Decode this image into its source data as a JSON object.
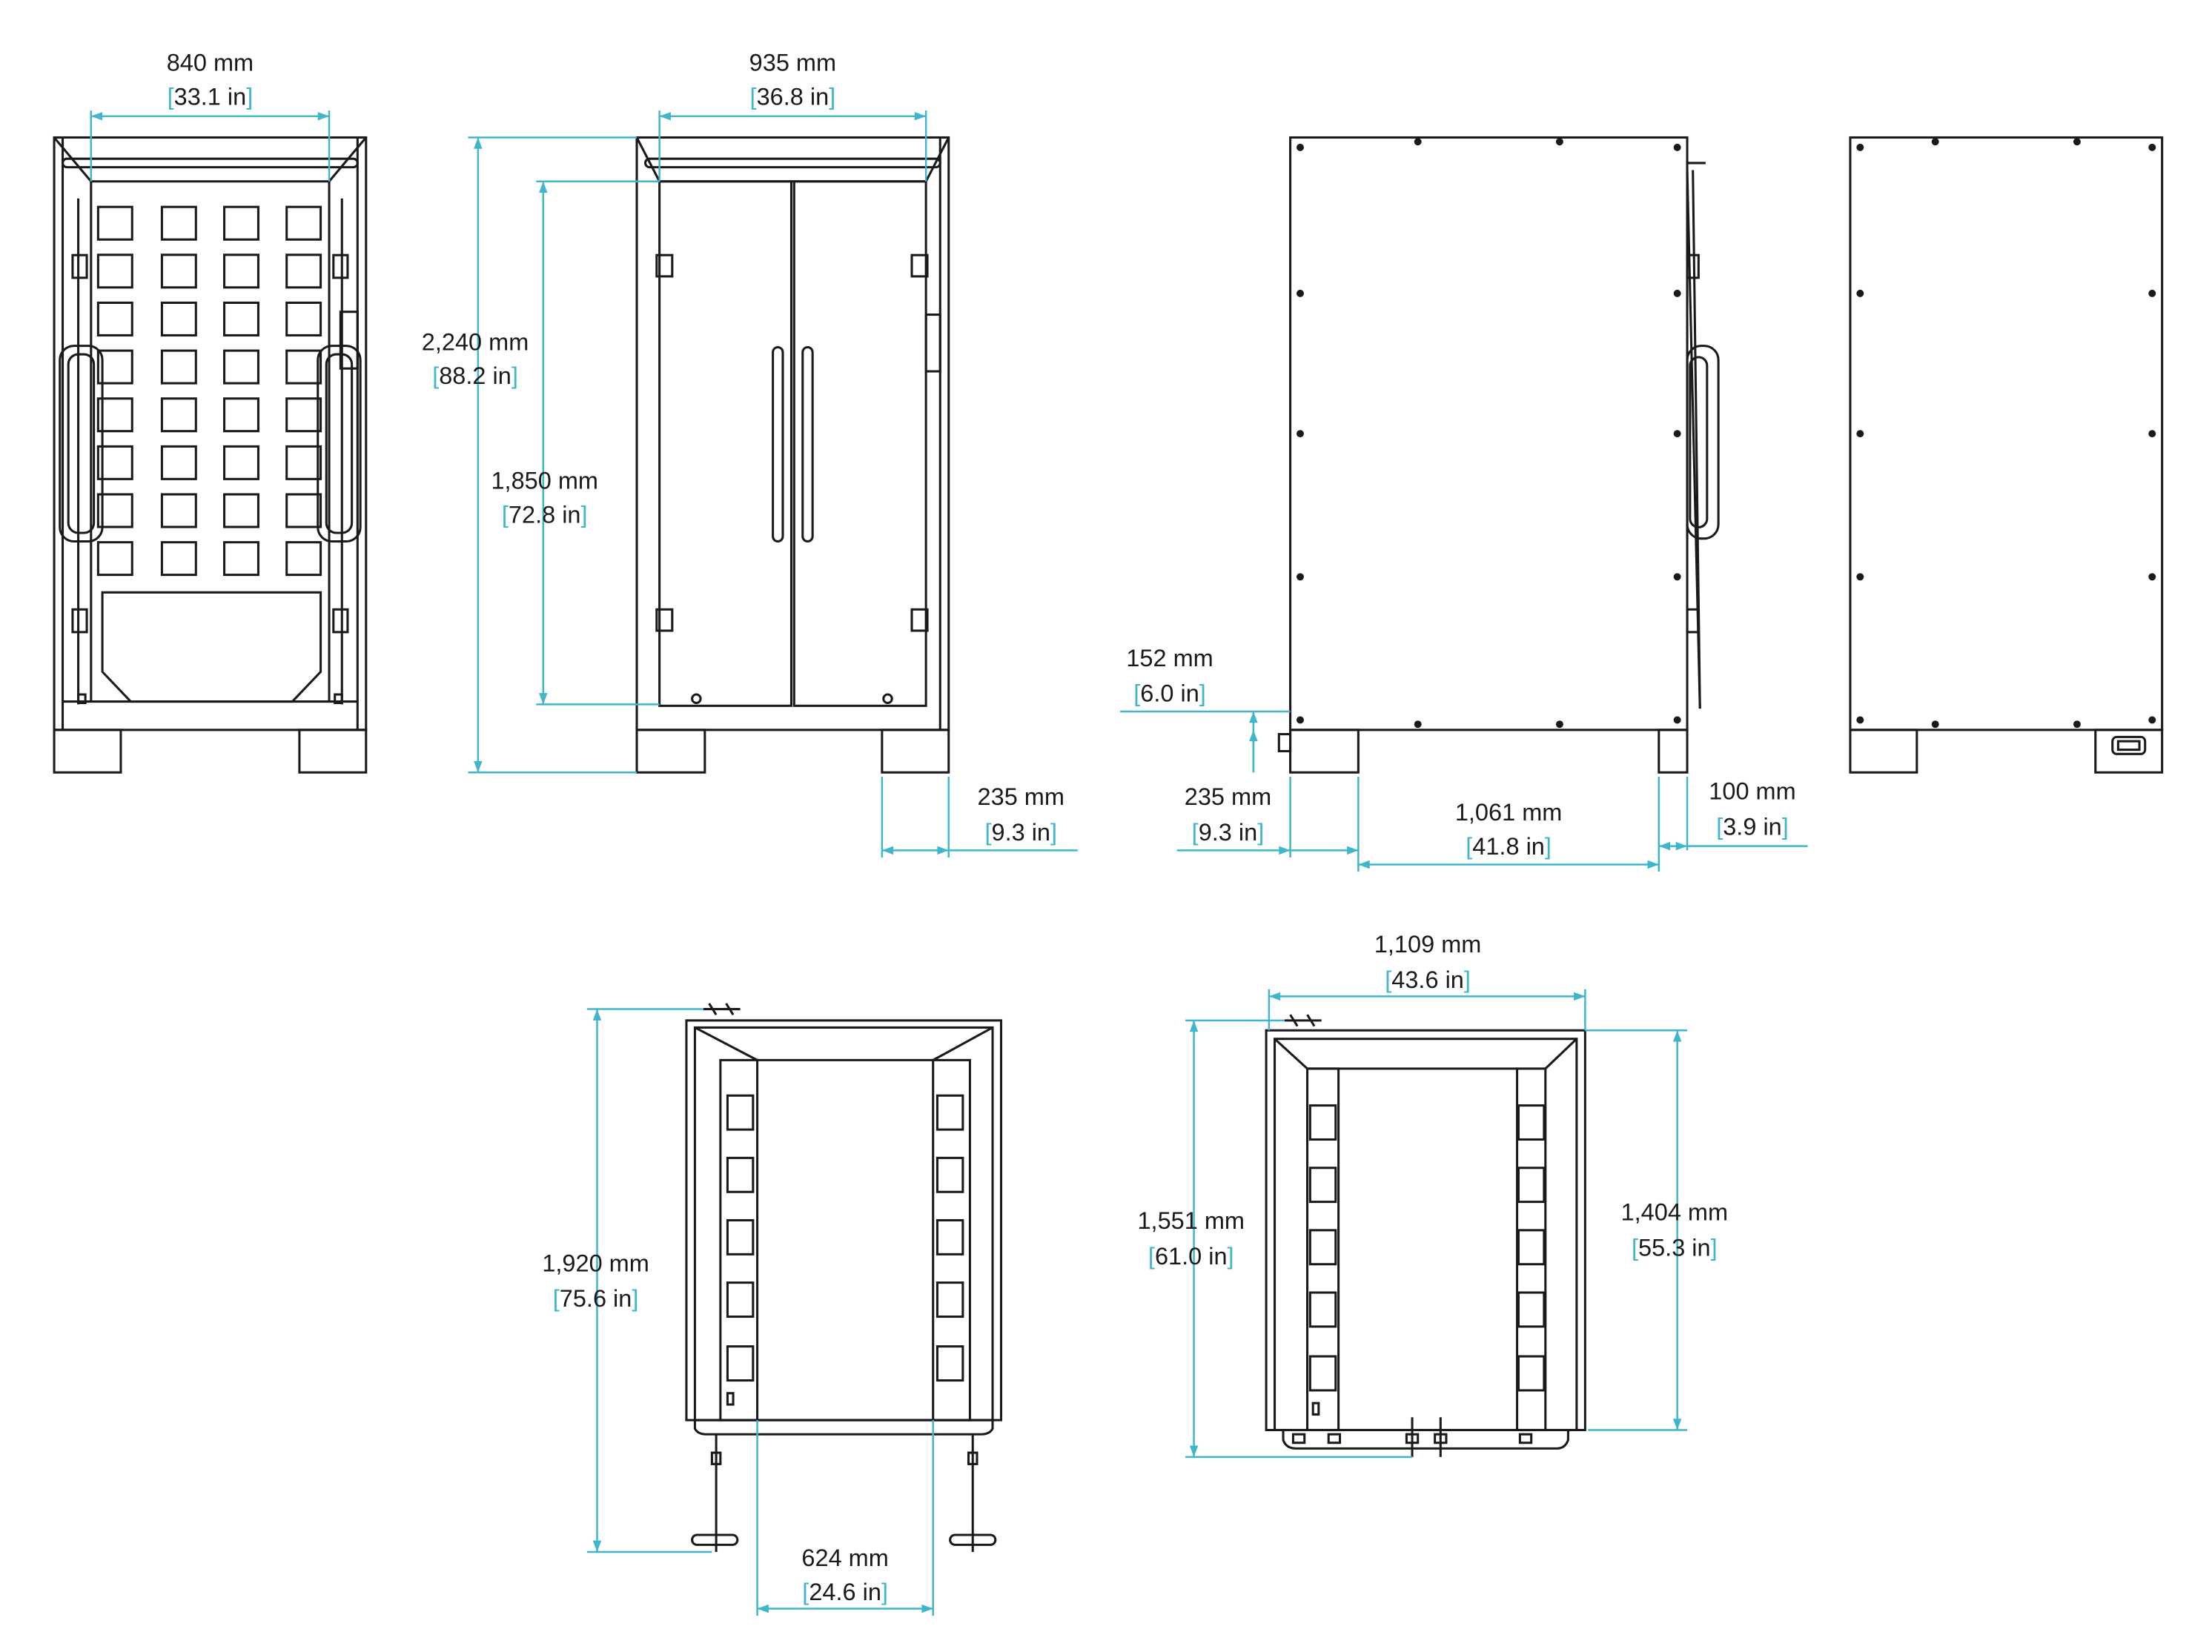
{
  "colors": {
    "line": "#1a1a1a",
    "dim": "#3fb6cc",
    "text": "#1a1a1a"
  },
  "dims": {
    "front_width": {
      "mm": "840 mm",
      "in": "33.1 in"
    },
    "open_width": {
      "mm": "935 mm",
      "in": "36.8 in"
    },
    "total_height": {
      "mm": "2,240 mm",
      "in": "88.2 in"
    },
    "door_height": {
      "mm": "1,850 mm",
      "in": "72.8 in"
    },
    "foot_width": {
      "mm": "235 mm",
      "in": "9.3 in"
    },
    "foot_clearance": {
      "mm": "152 mm",
      "in": "6.0 in"
    },
    "side_foot_width": {
      "mm": "235 mm",
      "in": "9.3 in"
    },
    "side_span": {
      "mm": "1,061 mm",
      "in": "41.8 in"
    },
    "side_offset": {
      "mm": "100 mm",
      "in": "3.9 in"
    },
    "trolley_height": {
      "mm": "1,920 mm",
      "in": "75.6 in"
    },
    "trolley_width": {
      "mm": "624 mm",
      "in": "24.6 in"
    },
    "cart_width": {
      "mm": "1,109 mm",
      "in": "43.6 in"
    },
    "cart_height": {
      "mm": "1,551 mm",
      "in": "61.0 in"
    },
    "cart_inner_height": {
      "mm": "1,404 mm",
      "in": "55.3 in"
    }
  }
}
